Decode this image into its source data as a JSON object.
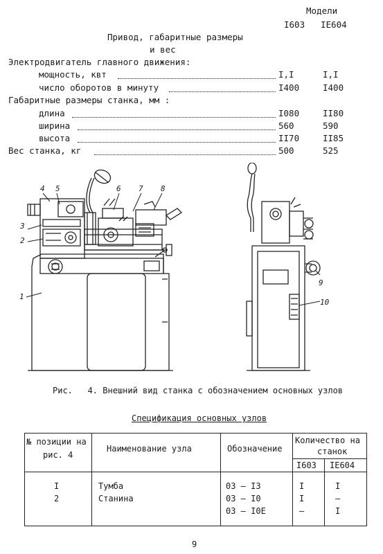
{
  "models_label": "Модели",
  "model_a": "I603",
  "model_b": "IE604",
  "section_title_1": "Привод, габаритные размеры",
  "section_title_2": "и вес",
  "motor_header": "Электродвигатель главного движения:",
  "motor_power_label": "мощность, квт",
  "motor_power_a": "I,I",
  "motor_power_b": "I,I",
  "motor_rpm_label": "число оборотов в минуту",
  "motor_rpm_a": "I400",
  "motor_rpm_b": "I400",
  "dims_header": "Габаритные размеры станка, мм :",
  "length_label": "длина",
  "length_a": "I080",
  "length_b": "II80",
  "width_label": "ширина",
  "width_a": "560",
  "width_b": "590",
  "height_label": "высота",
  "height_a": "II70",
  "height_b": "II85",
  "weight_label": "Вес станка, кг",
  "weight_a": "500",
  "weight_b": "525",
  "callouts": {
    "c1": "1",
    "c2": "2",
    "c3": "3",
    "c4": "4",
    "c5": "5",
    "c6": "6",
    "c7": "7",
    "c8": "8",
    "c9": "9",
    "c10": "10"
  },
  "figure_caption": "Рис.   4. Внешний вид станка с обозначением основных узлов",
  "spec_title": "Спецификация основных узлов",
  "table": {
    "col_pos_1": "№ позиции на",
    "col_pos_2": "рис. 4",
    "col_name": "Наименование узла",
    "col_desig": "Обозначение",
    "col_qty_1": "Количество на",
    "col_qty_2": "станок",
    "col_qty_a": "I603",
    "col_qty_b": "IE604",
    "rows": [
      {
        "pos": "I",
        "name": "Тумба",
        "desig": "03 – I3",
        "a": "I",
        "b": "I"
      },
      {
        "pos": "2",
        "name": "Станина",
        "desig": "03 – I0",
        "a": "I",
        "b": "–"
      },
      {
        "pos": "",
        "name": "",
        "desig": "03 – I0E",
        "a": "–",
        "b": "I"
      }
    ]
  },
  "page_number": "9"
}
